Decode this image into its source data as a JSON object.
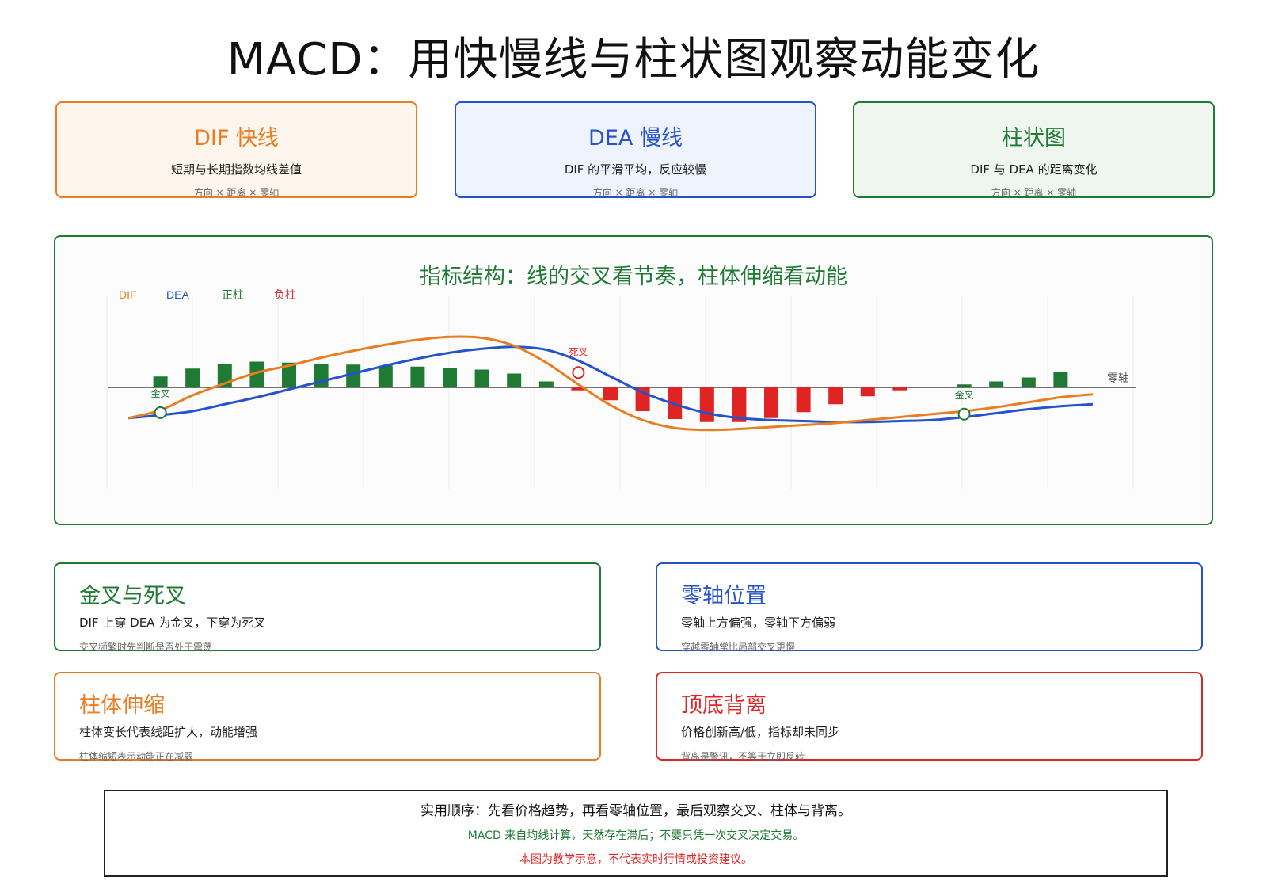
{
  "title": "MACD：用快慢线与柱状图观察动能变化",
  "cards": [
    {
      "heading": "DIF 快线",
      "desc": "短期与长期指数均线差值",
      "sub": "方向 × 距离 × 零轴"
    },
    {
      "heading": "DEA 慢线",
      "desc": "DIF 的平滑平均，反应较慢",
      "sub": "方向 × 距离 × 零轴"
    },
    {
      "heading": "柱状图",
      "desc": "DIF 与 DEA 的距离变化",
      "sub": "方向 × 距离 × 零轴"
    }
  ],
  "chart": {
    "title": "指标结构：线的交叉看节奏，柱体伸缩看动能",
    "legend": [
      {
        "label": "DIF",
        "color": "#e87d22"
      },
      {
        "label": "DEA",
        "color": "#2553cc"
      },
      {
        "label": "正柱",
        "color": "#1f7a34"
      },
      {
        "label": "负柱",
        "color": "#e02424"
      }
    ],
    "zero_label": "零轴",
    "annotations": {
      "golden_cross": "金叉",
      "death_cross": "死叉"
    }
  },
  "chart_data": {
    "type": "line",
    "x": [
      0,
      1,
      2,
      3,
      4,
      5,
      6,
      7,
      8,
      9,
      10,
      11,
      12,
      13,
      14,
      15,
      16,
      17,
      18,
      19,
      20,
      21,
      22,
      23,
      24,
      25,
      26,
      27,
      28,
      29,
      30
    ],
    "series": [
      {
        "name": "DIF",
        "color": "#e87d22",
        "values": [
          -0.31,
          -0.23,
          -0.08,
          0.04,
          0.15,
          0.22,
          0.3,
          0.37,
          0.43,
          0.48,
          0.51,
          0.5,
          0.42,
          0.25,
          0.03,
          -0.18,
          -0.33,
          -0.41,
          -0.43,
          -0.42,
          -0.4,
          -0.38,
          -0.36,
          -0.33,
          -0.3,
          -0.27,
          -0.24,
          -0.2,
          -0.15,
          -0.1,
          -0.07
        ]
      },
      {
        "name": "DEA",
        "color": "#2553cc",
        "values": [
          -0.31,
          -0.28,
          -0.24,
          -0.17,
          -0.1,
          -0.02,
          0.06,
          0.14,
          0.22,
          0.29,
          0.35,
          0.39,
          0.41,
          0.38,
          0.27,
          0.11,
          -0.05,
          -0.17,
          -0.26,
          -0.31,
          -0.33,
          -0.34,
          -0.35,
          -0.35,
          -0.34,
          -0.33,
          -0.3,
          -0.26,
          -0.22,
          -0.19,
          -0.17
        ]
      }
    ],
    "bars": {
      "x": [
        1,
        2,
        3,
        4,
        5,
        6,
        7,
        8,
        9,
        10,
        11,
        12,
        13,
        14,
        15,
        16,
        17,
        18,
        19,
        20,
        21,
        22,
        23,
        24,
        25,
        26,
        27,
        28,
        29
      ],
      "values": [
        0.11,
        0.19,
        0.24,
        0.26,
        0.25,
        0.24,
        0.23,
        0.22,
        0.21,
        0.2,
        0.18,
        0.14,
        0.06,
        -0.03,
        -0.13,
        -0.24,
        -0.32,
        -0.35,
        -0.35,
        -0.31,
        -0.25,
        -0.17,
        -0.09,
        -0.03,
        0.0,
        0.03,
        0.06,
        0.1,
        0.16
      ]
    },
    "markers": [
      {
        "label": "金叉",
        "x": 1
      },
      {
        "label": "死叉",
        "x": 14
      },
      {
        "label": "金叉",
        "x": 26
      }
    ],
    "zero_line": true,
    "grid": true
  },
  "info": [
    {
      "heading": "金叉与死叉",
      "desc": "DIF 上穿 DEA 为金叉，下穿为死叉",
      "sub": "交叉频繁时先判断是否处于震荡"
    },
    {
      "heading": "零轴位置",
      "desc": "零轴上方偏强，零轴下方偏弱",
      "sub": "穿越零轴常比局部交叉更慢"
    },
    {
      "heading": "柱体伸缩",
      "desc": "柱体变长代表线距扩大，动能增强",
      "sub": "柱体缩短表示动能正在减弱"
    },
    {
      "heading": "顶底背离",
      "desc": "价格创新高/低，指标却未同步",
      "sub": "背离是警讯，不等于立即反转"
    }
  ],
  "footer": {
    "line1": "实用顺序：先看价格趋势，再看零轴位置，最后观察交叉、柱体与背离。",
    "line2": "MACD 来自均线计算，天然存在滞后；不要只凭一次交叉决定交易。",
    "line3": "本图为教学示意，不代表实时行情或投资建议。"
  }
}
